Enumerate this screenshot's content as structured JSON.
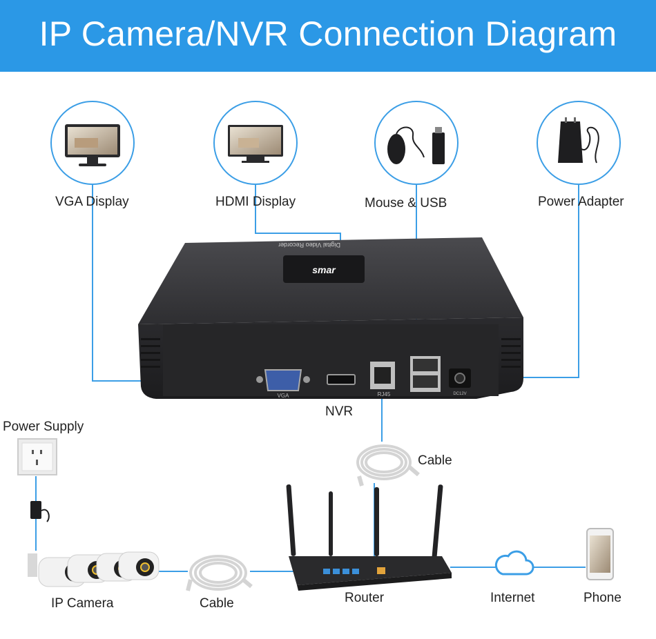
{
  "header": {
    "title": "IP Camera/NVR Connection Diagram"
  },
  "nvr": {
    "label": "NVR",
    "brand": "smar",
    "top_text": "Digital Video Recorder",
    "ports": {
      "vga": "VGA",
      "rj45": "RJ45",
      "dc": "DC12V"
    }
  },
  "peripherals": {
    "vga_display": "VGA Display",
    "hdmi_display": "HDMI Display",
    "mouse_usb": "Mouse & USB",
    "power_adapter": "Power Adapter"
  },
  "network": {
    "cable_top": "Cable",
    "router": "Router",
    "internet": "Internet",
    "phone": "Phone"
  },
  "camera_side": {
    "power_supply": "Power Supply",
    "ip_camera": "IP Camera",
    "cable_bottom": "Cable"
  },
  "colors": {
    "header": "#2b98e6",
    "line": "#3b9ee6",
    "device": "#2a2a2c"
  }
}
